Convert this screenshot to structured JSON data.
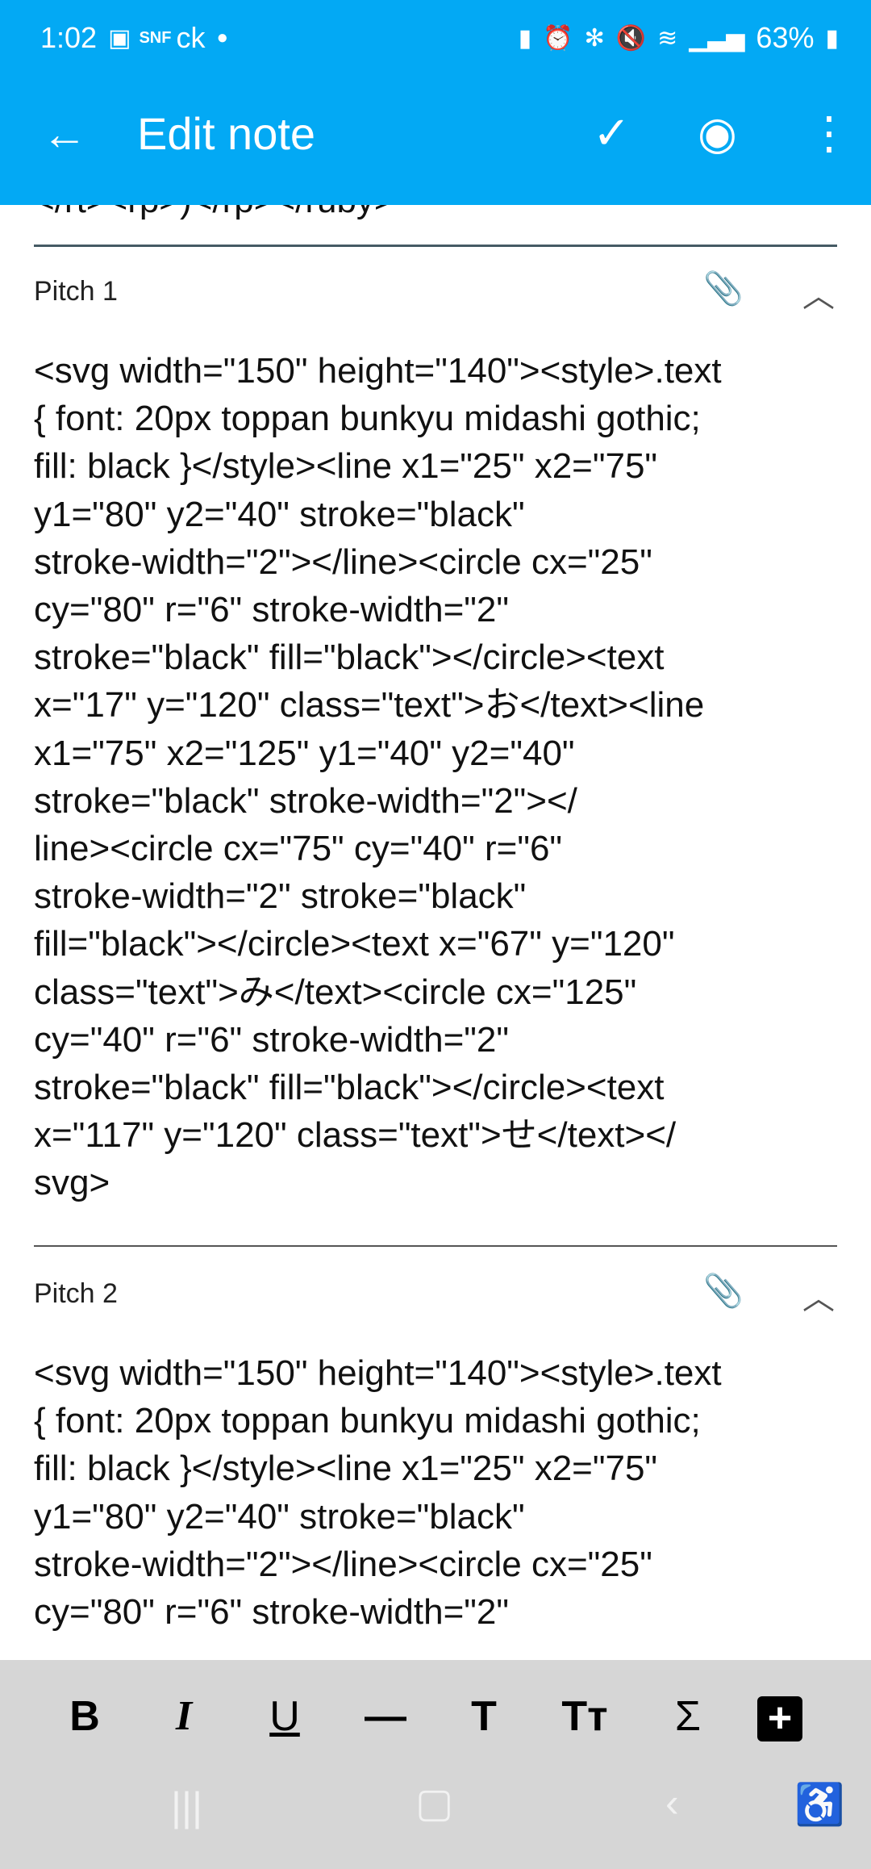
{
  "status": {
    "time": "1:02",
    "left_icons": [
      "gallery-icon",
      "snf-icon"
    ],
    "ck": "ck",
    "battery": "63%"
  },
  "appbar": {
    "title": "Edit note"
  },
  "content": {
    "cut_line": "</rt><rp>)</rp></ruby>",
    "fields": [
      {
        "label": "Pitch 1",
        "lines": [
          "<svg width=\"150\" height=\"140\"><style>.text",
          "{ font: 20px toppan bunkyu midashi gothic;",
          "fill: black }</style><line x1=\"25\" x2=\"75\"",
          "y1=\"80\" y2=\"40\" stroke=\"black\"",
          "stroke-width=\"2\"></line><circle cx=\"25\"",
          "cy=\"80\" r=\"6\" stroke-width=\"2\"",
          "stroke=\"black\" fill=\"black\"></circle><text",
          "x=\"17\" y=\"120\" class=\"text\">お</text><line",
          "x1=\"75\" x2=\"125\" y1=\"40\" y2=\"40\"",
          "stroke=\"black\" stroke-width=\"2\"></",
          "line><circle cx=\"75\" cy=\"40\" r=\"6\"",
          "stroke-width=\"2\" stroke=\"black\"",
          "fill=\"black\"></circle><text x=\"67\" y=\"120\"",
          "class=\"text\">み</text><circle cx=\"125\"",
          "cy=\"40\" r=\"6\" stroke-width=\"2\"",
          "stroke=\"black\" fill=\"black\"></circle><text",
          "x=\"117\" y=\"120\" class=\"text\">せ</text></",
          "svg>"
        ]
      },
      {
        "label": "Pitch 2",
        "lines": [
          "<svg width=\"150\" height=\"140\"><style>.text",
          "{ font: 20px toppan bunkyu midashi gothic;",
          "fill: black }</style><line x1=\"25\" x2=\"75\"",
          "y1=\"80\" y2=\"40\" stroke=\"black\"",
          "stroke-width=\"2\"></line><circle cx=\"25\"",
          "cy=\"80\" r=\"6\" stroke-width=\"2\""
        ]
      }
    ]
  },
  "toolbar": {
    "bold": "B",
    "italic": "I",
    "underline": "U",
    "hr": "—",
    "text": "T",
    "textsize": "Tт",
    "math": "Σ",
    "add": "+"
  }
}
